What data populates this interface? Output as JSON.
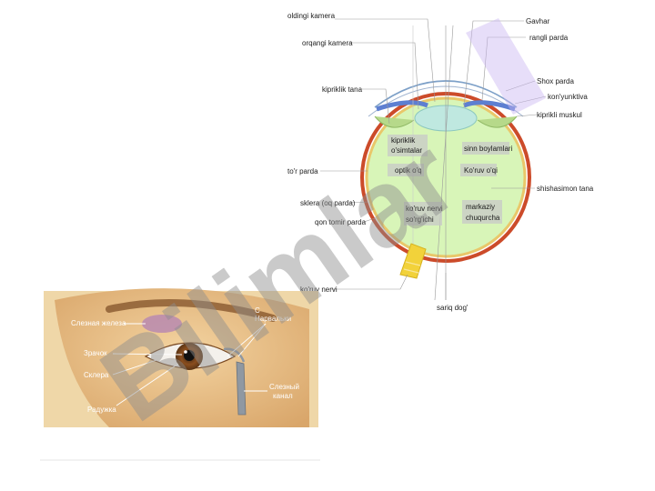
{
  "watermark": {
    "text": "Bilimlar",
    "color": "#8c8c8c"
  },
  "colors": {
    "vitreous": "#d8f5b8",
    "sclera_red": "#cc4b2a",
    "lens": "#bfe8e0",
    "nerve": "#f2d23a",
    "accent_blue": "#5d7fd1",
    "lavender": "#c9b6f2"
  },
  "eye_diagram": {
    "labels_left": {
      "anterior_chamber": "oldingi kamera",
      "posterior_chamber": "orqangi kamera",
      "ciliary_body": "kipriklik tana",
      "retina": "to'r parda",
      "sclera": "sklera (oq parda)",
      "choroid": "qon tomir parda",
      "optic_nerve": "ko'ruv nervi"
    },
    "labels_right": {
      "lens": "Gavhar",
      "iris": "rangli parda",
      "cornea": "Shox parda",
      "conjunctiva": "kon'yunktiva",
      "ciliary_muscle": "kiprikli muskul",
      "vitreous_body": "shishasimon tana"
    },
    "labels_inner": {
      "ciliary_processes": [
        "kipriklik",
        "o'simtalar"
      ],
      "optic_axis": "optik o'q",
      "zonular_fibers": "sinn boylamlari",
      "visual_axis": "Ko'ruv o'qi",
      "optic_disc": [
        "ko'ruv nervi",
        "so'rg'ichi"
      ],
      "fovea": [
        "markaziy",
        "chuqurcha"
      ]
    },
    "label_bottom": "sariq dog'"
  },
  "lacrimal_photo": {
    "background": "#efd7a8",
    "labels": {
      "gland": "Слезная железа",
      "pupil": "Зрачок",
      "sclera": "Склера",
      "iris": "Радужка",
      "puncta_top": "С",
      "puncta": "Нарвальки",
      "canal_top": "Слезный",
      "canal_bottom": "канал"
    }
  }
}
